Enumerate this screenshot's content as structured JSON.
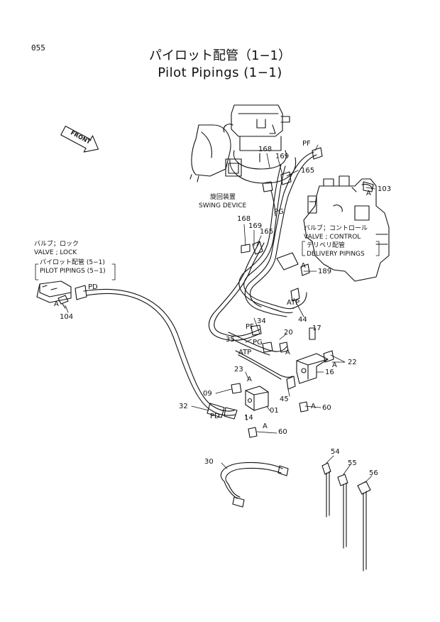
{
  "page_number": "055",
  "title": {
    "japanese": "パイロット配管（1−1）",
    "english": "Pilot Pipings (1−1)"
  },
  "direction_marker": "FRONT",
  "assemblies": {
    "swing_device": {
      "jp": "旋回装置",
      "en": "SWING DEVICE"
    },
    "control_valve": {
      "jp": "バルブ；コントロール",
      "en": "VALVE ; CONTROL"
    },
    "delivery_pipings": {
      "jp": "デリベリ配管",
      "en": "DELIVERY PIPINGS"
    },
    "lock_valve": {
      "jp": "バルブ；ロック",
      "en": "VALVE ; LOCK"
    },
    "pilot_pipings_ref": {
      "jp": "パイロット配管 (5−1)",
      "en": "PILOT PIPINGS (5−1)"
    }
  },
  "port_labels": {
    "pf_top": "PF",
    "pg": "PG",
    "pd_left": "PD",
    "atp_upper": "ATP",
    "pf_mid": "PF",
    "pg_mid": "PG",
    "atp_lower": "ATP",
    "pd_lower": "PD"
  },
  "view_marks": [
    "A",
    "A",
    "A",
    "A",
    "A",
    "A",
    "A",
    "A"
  ],
  "part_numbers": {
    "p168_top": "168",
    "p169_top": "169",
    "p165_top": "165",
    "p103": "103",
    "p168_mid": "168",
    "p169_mid": "169",
    "p165_mid": "165",
    "p189": "189",
    "p104": "104",
    "p44": "44",
    "p34": "34",
    "p35": "35",
    "p20": "20",
    "p17": "17",
    "p22": "22",
    "p16": "16",
    "p23": "23",
    "p45": "45",
    "p09": "09",
    "p32": "32",
    "p14": "14",
    "p01": "01",
    "p60_right": "60",
    "p60_lower": "60",
    "p30": "30",
    "p54": "54",
    "p55": "55",
    "p56": "56"
  }
}
